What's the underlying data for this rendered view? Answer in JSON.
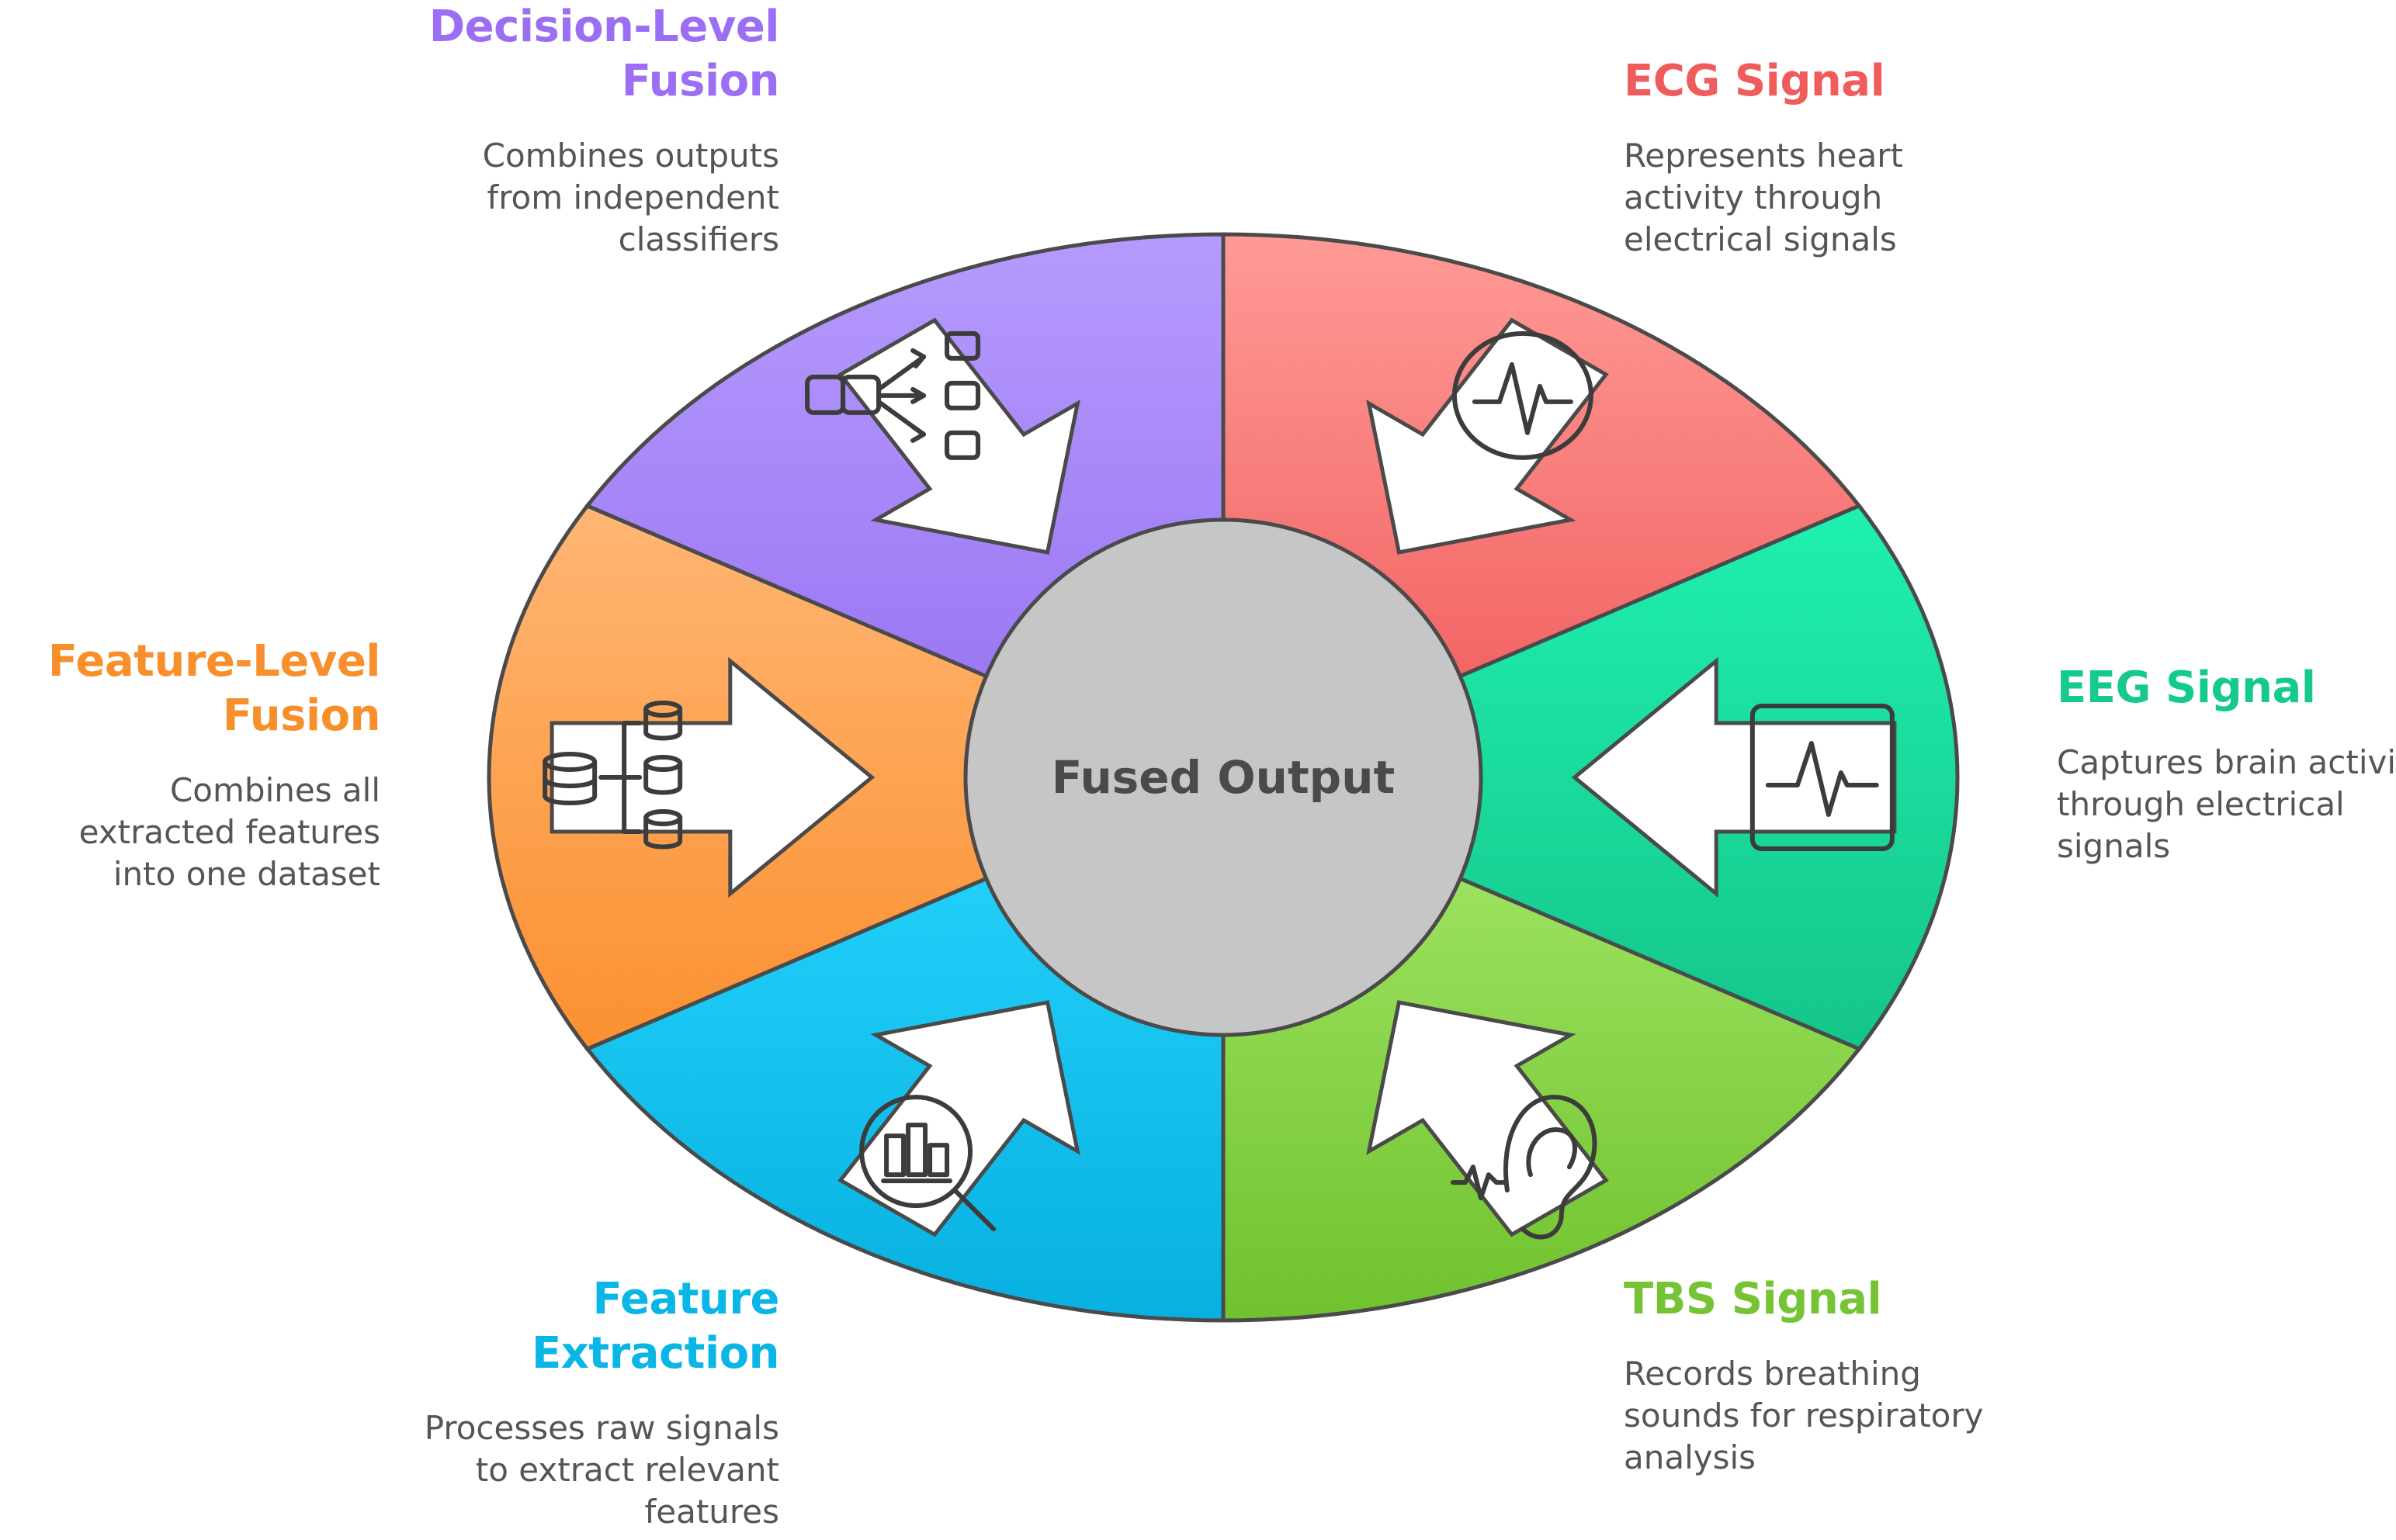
{
  "center": {
    "label": "Fused Output"
  },
  "segments": [
    {
      "id": "ecg",
      "title": "ECG Signal",
      "description": "Represents heart activity through electrical signals",
      "color": "#f06a6a",
      "color_light": "#ff9a96",
      "color_dark": "#ef5a5a",
      "icon": "heartbeat-icon"
    },
    {
      "id": "eeg",
      "title": "EEG Signal",
      "description": "Captures brain activity through electrical signals",
      "color": "#1cd396",
      "color_light": "#1ff0b0",
      "color_dark": "#15c58a",
      "icon": "monitor-waveform-icon"
    },
    {
      "id": "tbs",
      "title": "TBS Signal",
      "description": "Records breathing sounds for respiratory analysis",
      "color": "#7cc93a",
      "color_light": "#a6e86a",
      "color_dark": "#6fc22e",
      "icon": "ear-sound-icon"
    },
    {
      "id": "feature_extraction",
      "title": "Feature Extraction",
      "description": "Processes raw signals to extract relevant features",
      "color": "#0cbde8",
      "color_light": "#28d6ff",
      "color_dark": "#07b0e0",
      "icon": "chart-magnifier-icon"
    },
    {
      "id": "feature_level_fusion",
      "title": "Feature-Level Fusion",
      "description": "Combines all extracted features into one dataset",
      "color": "#f99a3c",
      "color_light": "#ffb674",
      "color_dark": "#fb9030",
      "icon": "database-merge-icon"
    },
    {
      "id": "decision_level_fusion",
      "title": "Decision-Level Fusion",
      "description": "Combines outputs from independent classifiers",
      "color": "#a07af0",
      "color_light": "#b59bfd",
      "color_dark": "#9770f2",
      "icon": "decision-tree-icon"
    }
  ]
}
